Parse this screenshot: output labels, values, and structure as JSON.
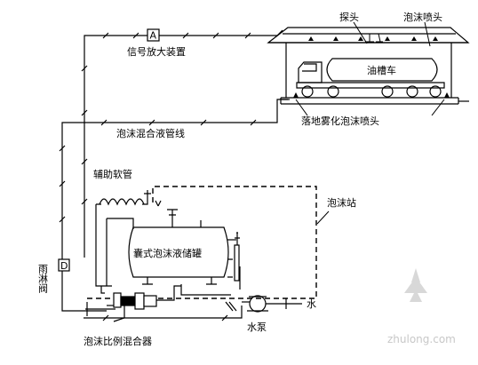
{
  "labels": {
    "amplifier_box": "A",
    "signal_amplifier": "信号放大装置",
    "detector_head": "探头",
    "foam_nozzle": "泡沫喷头",
    "tanker": "油槽车",
    "ground_atomizing_nozzle": "落地雾化泡沫喷头",
    "foam_mixture_pipeline": "泡沫混合液管线",
    "aux_hose": "辅助软管",
    "foam_station": "泡沫站",
    "deluge_valve": "雨淋阀",
    "deluge_box": "D",
    "bladder_tank": "囊式泡沫液储罐",
    "water": "水",
    "water_pump": "水泵",
    "proportioner": "泡沫比例混合器"
  },
  "watermark": "zhulong.com"
}
